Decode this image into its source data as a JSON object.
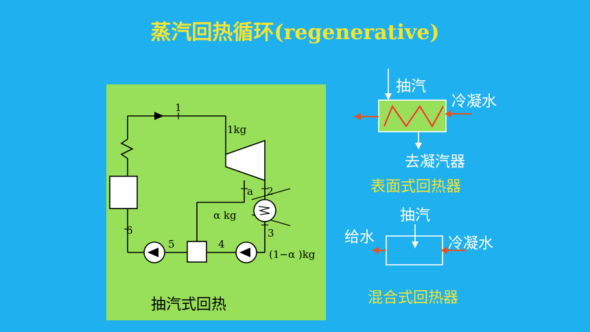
{
  "title": "蒸汽回热循环(regenerative)",
  "left_panel": {
    "caption": "抽汽式回热",
    "points": {
      "p1": "1",
      "p2": "2",
      "p3": "3",
      "p4": "4",
      "p5": "5",
      "p6": "6",
      "pa": "a"
    },
    "flow_labels": {
      "kg1": "1kg",
      "alpha_kg": "α kg",
      "one_minus_alpha": "(1−α )kg"
    }
  },
  "surface_heater": {
    "extraction": "抽汽",
    "condensate_in": "冷凝水",
    "to_condenser": "去凝汽器",
    "name": "表面式回热器"
  },
  "mixing_heater": {
    "extraction": "抽汽",
    "feedwater_out": "给水",
    "condensate_in": "冷凝水",
    "name": "混合式回热器"
  },
  "colors": {
    "background": "#1fb0ef",
    "panel": "#99e05a",
    "accent_yellow": "#f2e533",
    "arrow_red": "#e8501c",
    "zigzag": "#ff2a2a"
  }
}
